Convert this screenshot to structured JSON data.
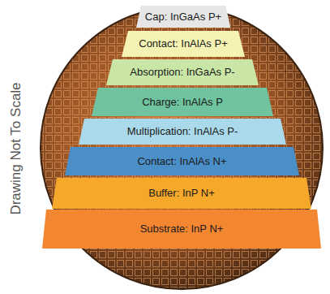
{
  "diagram": {
    "nodes": [
      {
        "text": [
          "Cap: InGaAs P+"
        ]
      },
      {
        "text": [
          "Contact: InAlAs P+"
        ]
      },
      {
        "text": [
          "Absorption: InGaAs P-"
        ]
      },
      {
        "text": [
          "Charge: InAlAs P"
        ]
      },
      {
        "text": [
          "Multiplication: InAlAs P-"
        ]
      },
      {
        "text": [
          "Contact: InAlAs N+"
        ]
      },
      {
        "text": [
          "Buffer: InP N+"
        ]
      },
      {
        "text": [
          "Substrate: InP N+"
        ]
      }
    ],
    "labels": [
      "Drawing Not To Scale"
    ]
  }
}
